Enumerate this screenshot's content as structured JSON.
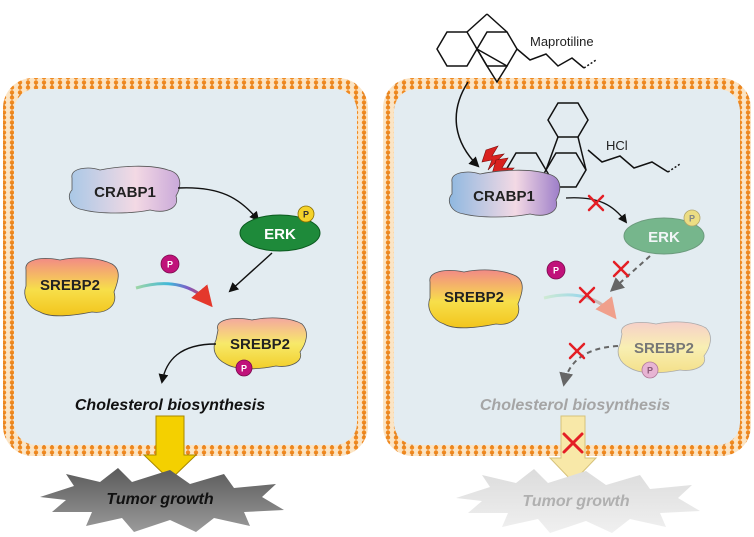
{
  "left_panel": {
    "crabp1": "CRABP1",
    "erk": "ERK",
    "phospho_erk": "P",
    "phospho_free": "P",
    "srebp2": "SREBP2",
    "srebp2_active": "SREBP2",
    "phospho_srebp2": "P",
    "process": "Cholesterol biosynthesis",
    "outcome": "Tumor growth"
  },
  "right_panel": {
    "drug": "Maprotiline",
    "drug_salt": "HCl",
    "crabp1": "CRABP1",
    "erk": "ERK",
    "phospho_erk": "P",
    "phospho_free": "P",
    "srebp2": "SREBP2",
    "srebp2_active": "SREBP2",
    "phospho_srebp2": "P",
    "process": "Cholesterol biosynthesis",
    "outcome": "Tumor growth"
  },
  "colors": {
    "cell_fill": "#e3ecf1",
    "membrane": "#f0891f",
    "erk": "#1e8a3a",
    "phospho_yellow": "#f4d22a",
    "phospho_magenta": "#c0127a",
    "inhibit": "#e41e25",
    "arrow_yellow": "#f4d000"
  }
}
